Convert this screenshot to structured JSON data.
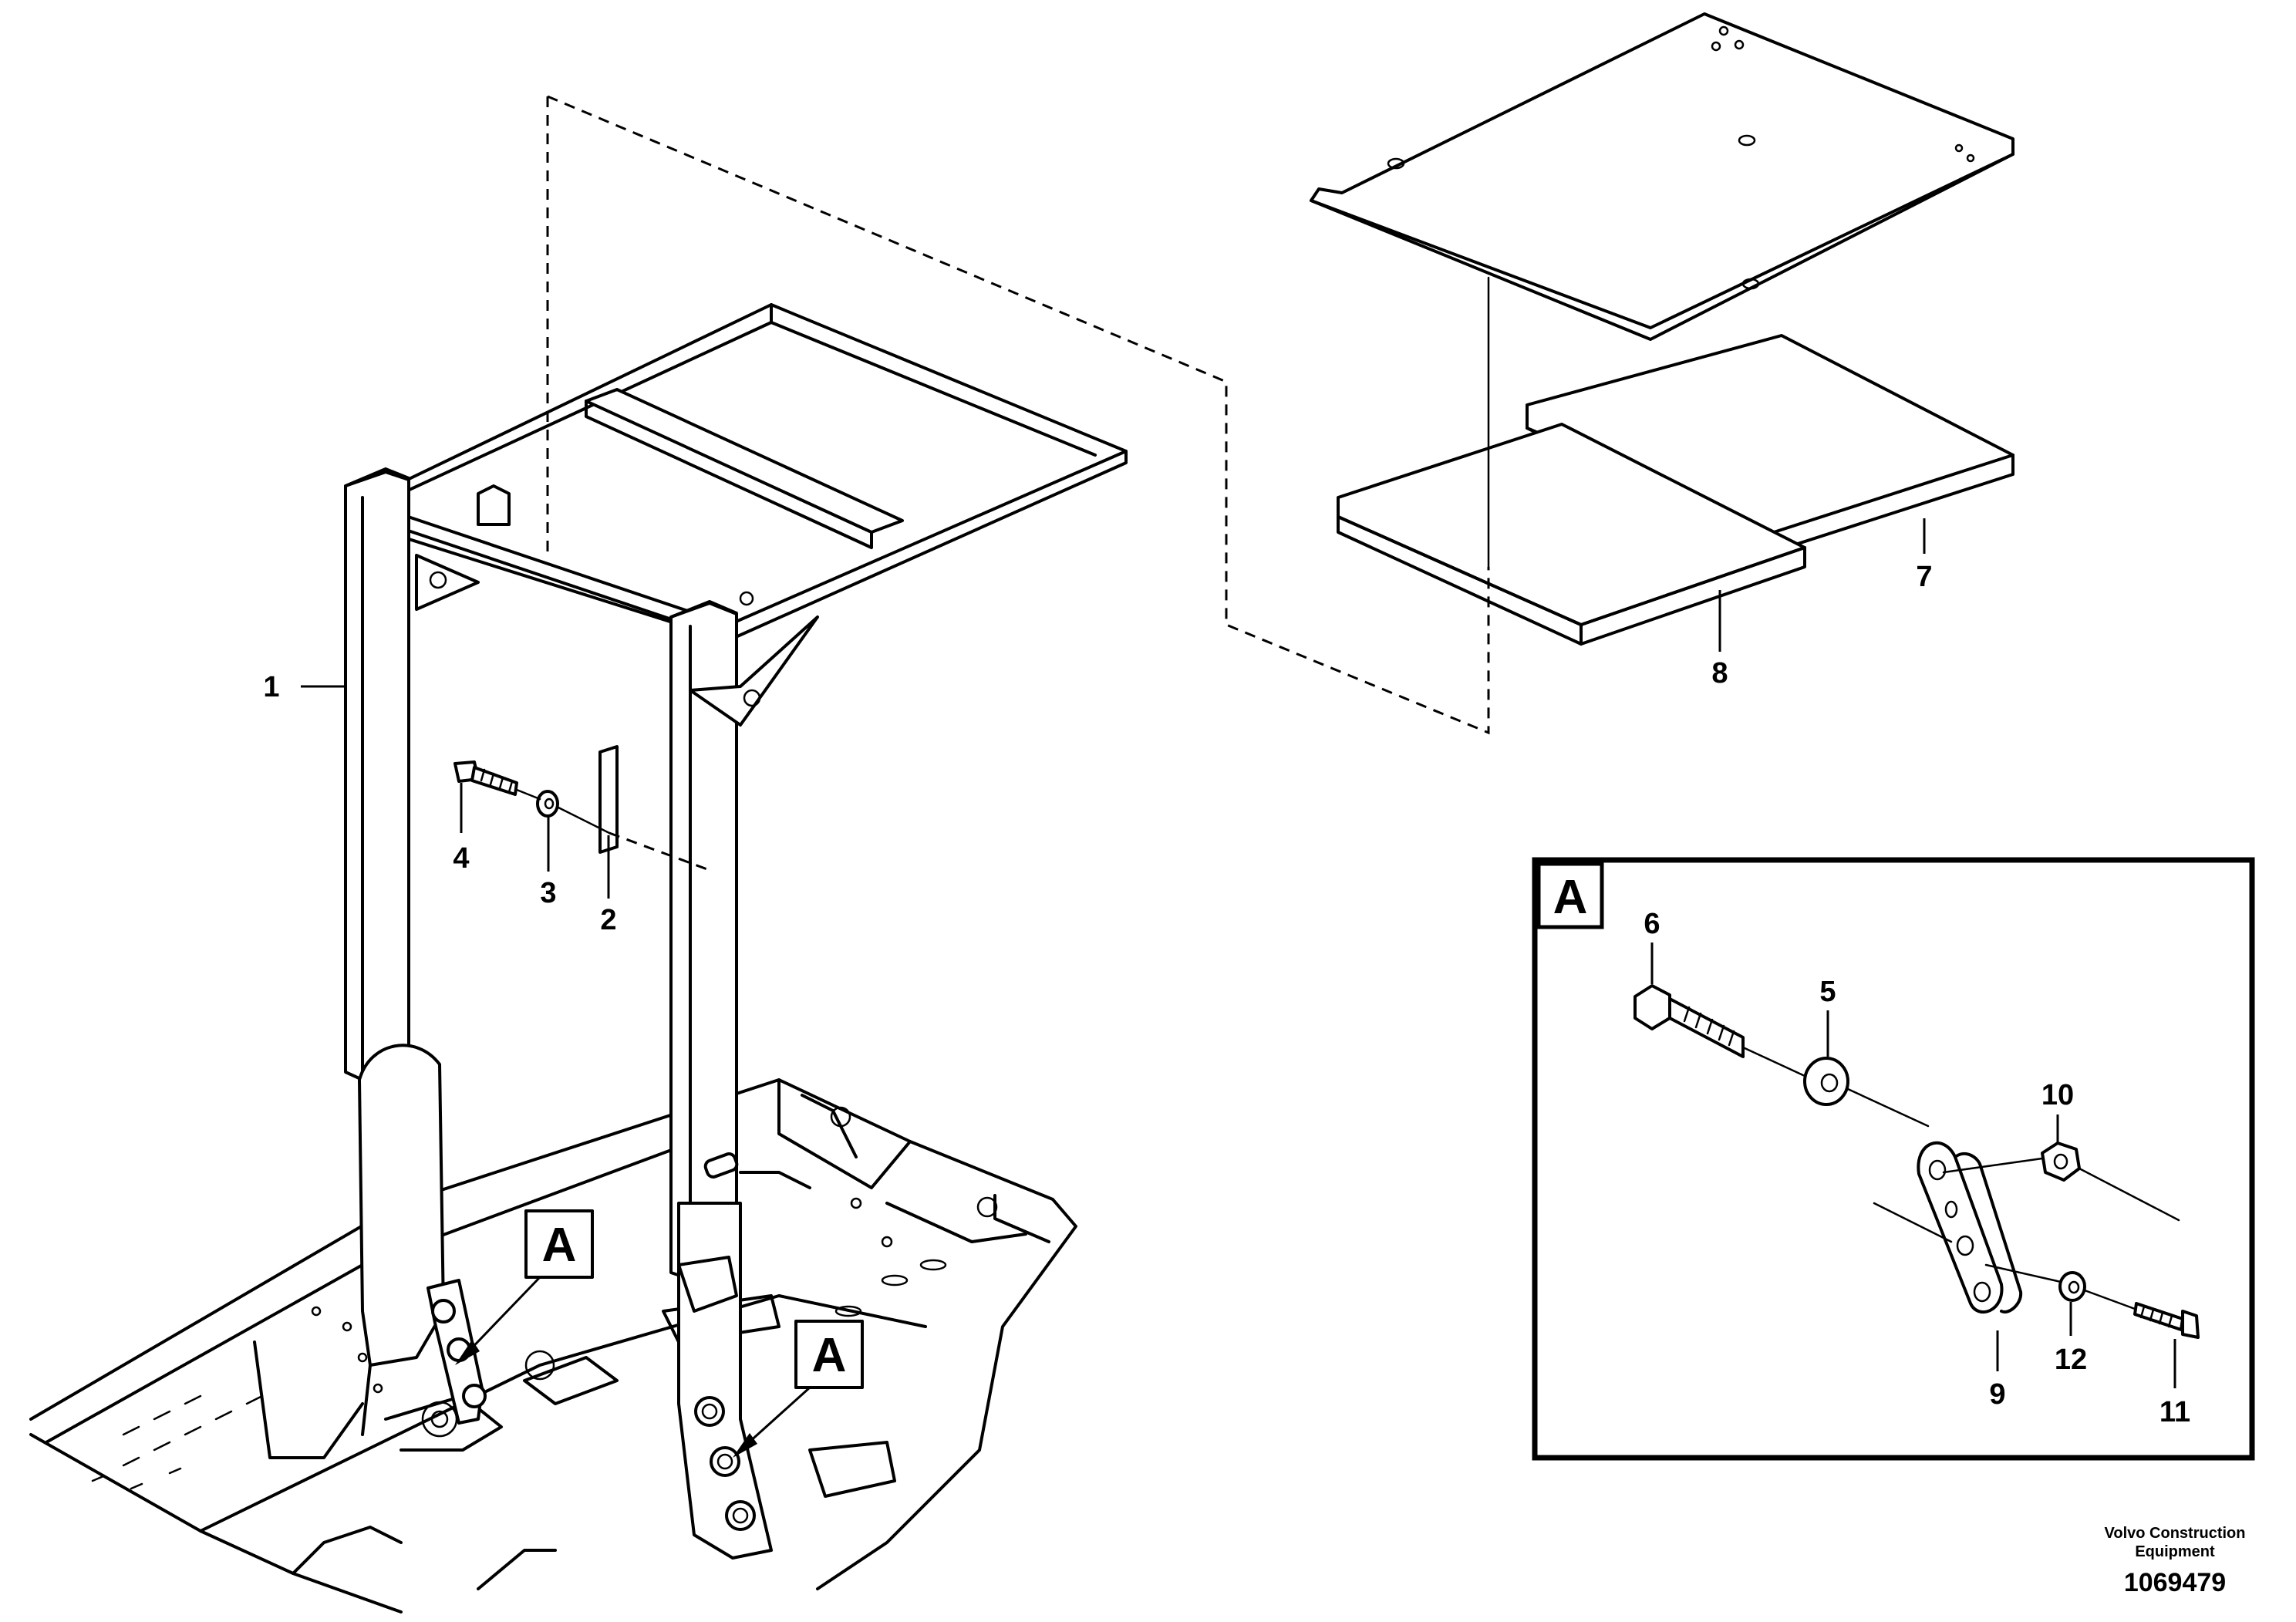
{
  "labels": {
    "l1": "1",
    "l2": "2",
    "l3": "3",
    "l4": "4",
    "l5": "5",
    "l6": "6",
    "l7": "7",
    "l8": "8",
    "l9": "9",
    "l10": "10",
    "l11": "11",
    "l12": "12"
  },
  "callouts": {
    "main_left": "A",
    "main_right": "A",
    "detail": "A"
  },
  "footer": {
    "company_line1": "Volvo Construction",
    "company_line2": "Equipment",
    "figure_number": "1069479"
  }
}
